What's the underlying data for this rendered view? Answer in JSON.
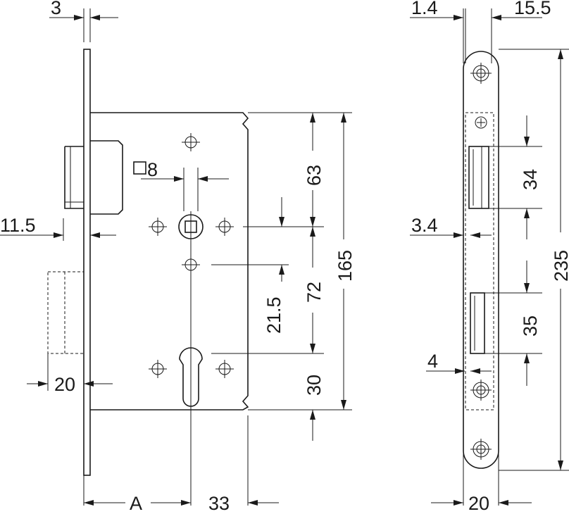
{
  "front_view": {
    "dim_faceplate_thickness": "3",
    "dim_square_spindle": "8",
    "dim_faceplate_to_case": "11.5",
    "dim_latch_projection": "20",
    "dim_backset": "A",
    "dim_case_depth": "33",
    "dim_top_to_spindle": "63",
    "dim_spindle_to_cylinder": "72",
    "dim_cylinder_to_bottom": "30",
    "dim_case_height": "165",
    "dim_spindle_offset": "21.5"
  },
  "side_view": {
    "dim_faceplate_offset": "1.4",
    "dim_faceplate_width_upper": "15.5",
    "dim_latch_height": "34",
    "dim_latch_gap": "3.4",
    "dim_bolt_height": "35",
    "dim_bolt_gap": "4",
    "dim_faceplate_length": "235",
    "dim_faceplate_width": "20"
  }
}
